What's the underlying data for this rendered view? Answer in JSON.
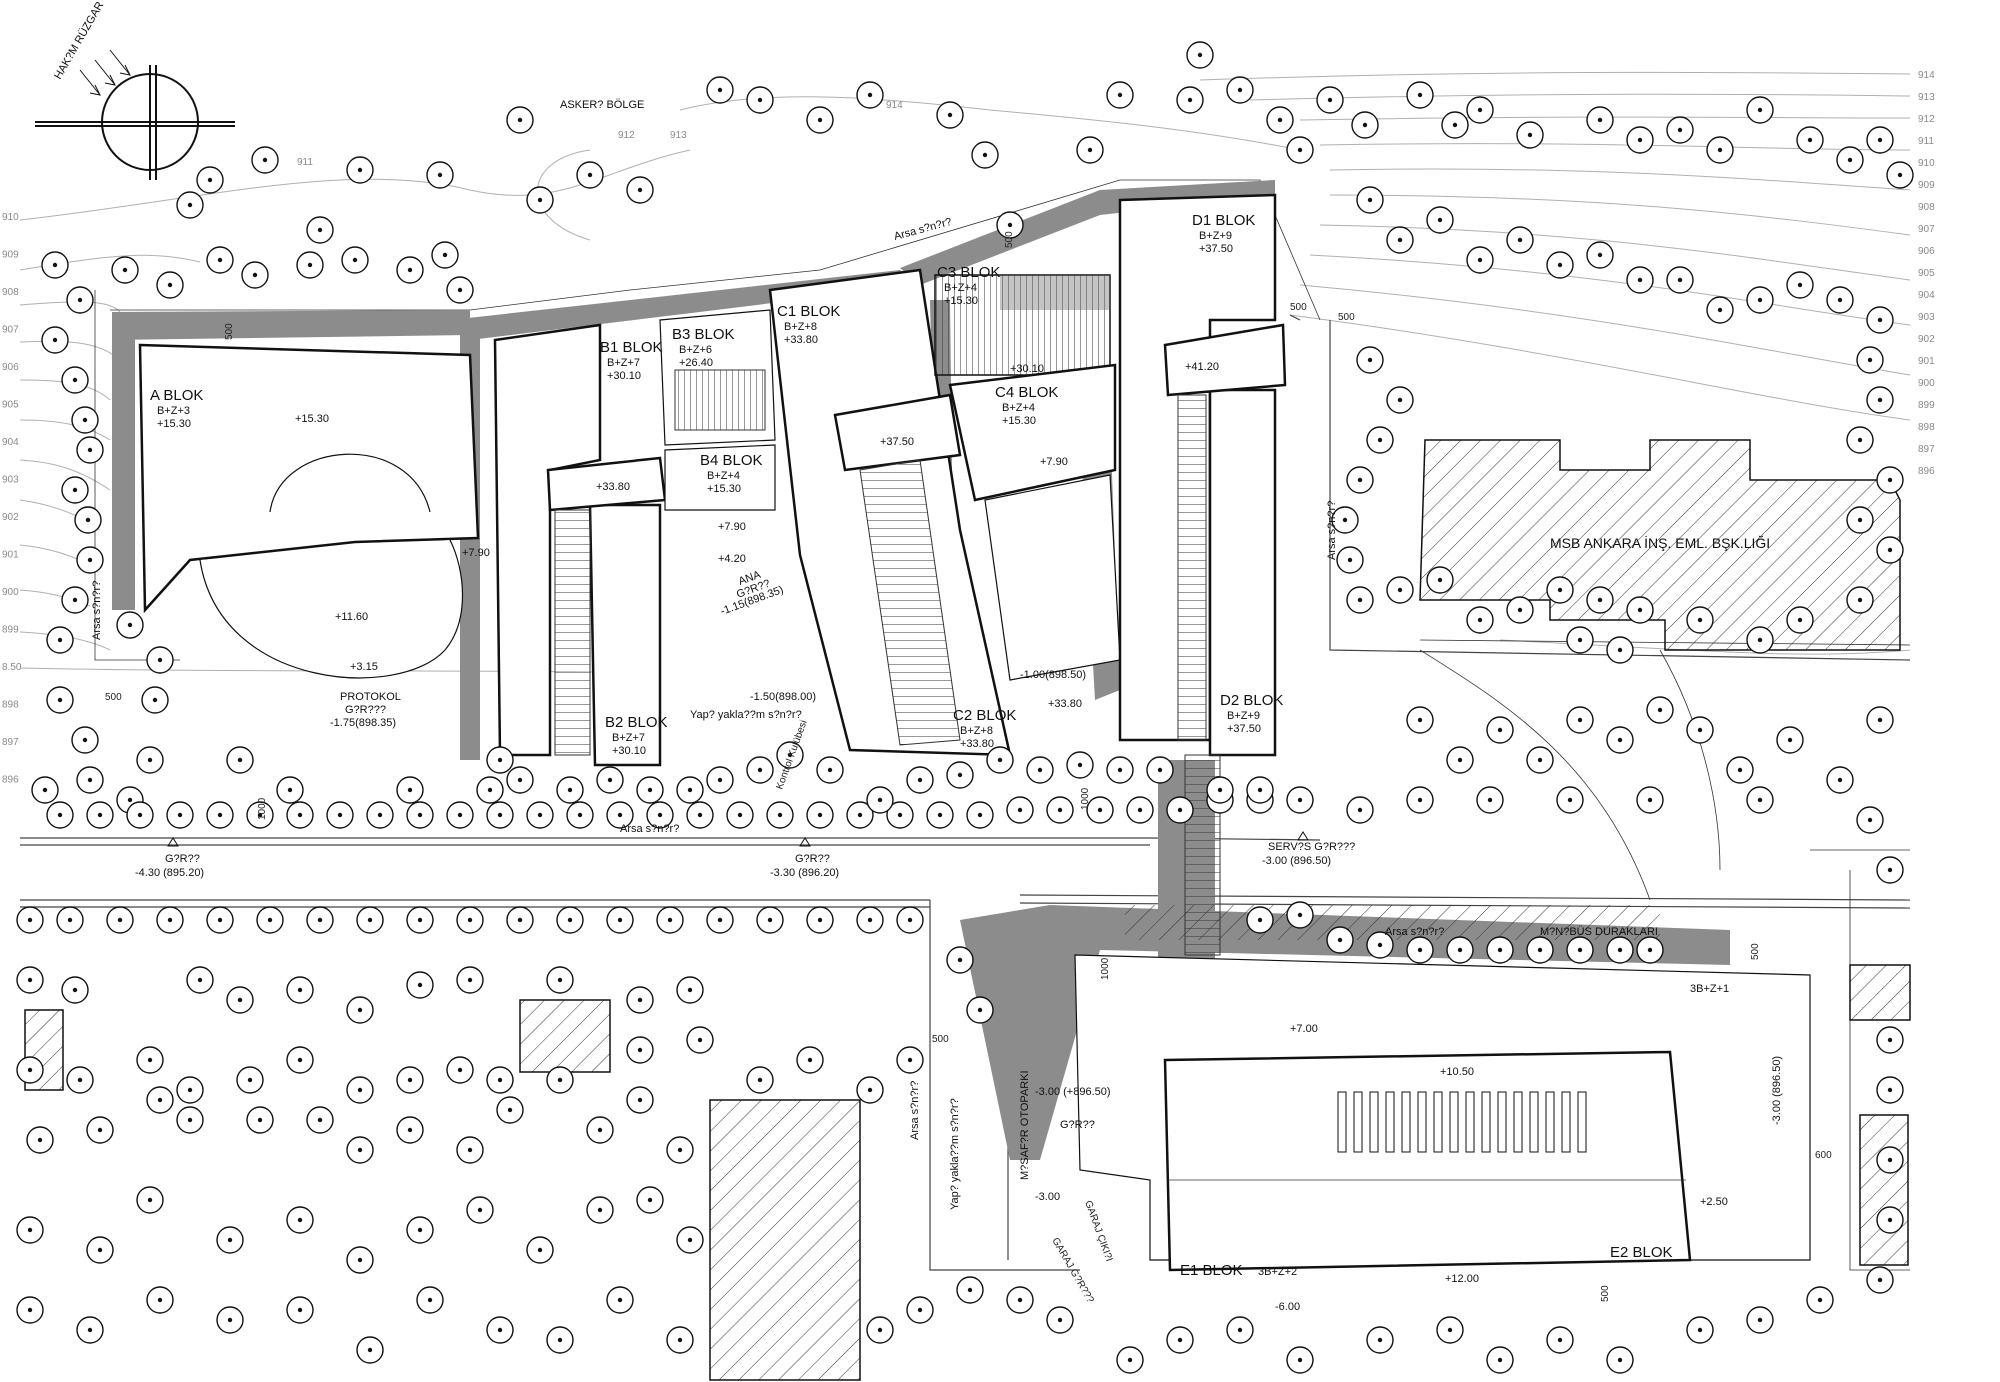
{
  "wind": {
    "label": "HAK?M RÜZGAR"
  },
  "zones": {
    "military": "ASKER? BÖLGE",
    "msb": "MSB ANKARA  İNŞ. EML. BŞK.LIĞI",
    "bus": "M?N?BÜS DURAKLARI",
    "parking": "M?SAF?R OTOPARKI",
    "approach_v": "Yap? yakla??m s?n?r?",
    "approach_h": "Yap? yakla??m s?n?r?",
    "control": "Kontrol Kulübesi",
    "garage_exit": "GARAJ ÇIKI?I",
    "garage_entry": "GARAJ G?R???"
  },
  "blocks": [
    {
      "name": "A BLOK",
      "floors": "B+Z+3",
      "level": "+15.30"
    },
    {
      "name": "B1 BLOK",
      "floors": "B+Z+7",
      "level": "+30.10"
    },
    {
      "name": "B2 BLOK",
      "floors": "B+Z+7",
      "level": "+30.10"
    },
    {
      "name": "B3 BLOK",
      "floors": "B+Z+6",
      "level": "+26.40"
    },
    {
      "name": "B4 BLOK",
      "floors": "B+Z+4",
      "level": "+15.30"
    },
    {
      "name": "C1 BLOK",
      "floors": "B+Z+8",
      "level": "+33.80"
    },
    {
      "name": "C2 BLOK",
      "floors": "B+Z+8",
      "level": "+33.80"
    },
    {
      "name": "C3 BLOK",
      "floors": "B+Z+4",
      "level": "+15.30"
    },
    {
      "name": "C4 BLOK",
      "floors": "B+Z+4",
      "level": "+15.30"
    },
    {
      "name": "D1 BLOK",
      "floors": "B+Z+9",
      "level": "+37.50"
    },
    {
      "name": "D2 BLOK",
      "floors": "B+Z+9",
      "level": "+37.50"
    },
    {
      "name": "E1 BLOK",
      "floors": "3B+Z+2"
    },
    {
      "name": "E2 BLOK",
      "floors": "3B+Z+1"
    }
  ],
  "levels": {
    "a_center": "+15.30",
    "a_round": "+11.60",
    "a_entry": "+3.15",
    "b_bridge": "+33.80",
    "b4_low": "+7.90",
    "ana_low": "+4.20",
    "c_bridge": "+37.50",
    "c4_low": "+7.90",
    "c3_low": "+30.10",
    "d_bridge": "+41.20",
    "c2_link": "+33.80",
    "ab_low": "+7.90",
    "e_roof1": "+7.00",
    "e_roof2": "+10.50",
    "e_roof3": "+12.00",
    "e_side": "+2.50",
    "e_low": "-6.00",
    "e_park": "-3.00"
  },
  "entrances": {
    "protokol": [
      "PROTOKOL",
      "G?R???",
      "-1.75(898.35)"
    ],
    "ana": [
      "ANA",
      "G?R??",
      "-1.15(898.35)"
    ],
    "giris1": [
      "G?R??",
      "-4.30 (895.20)"
    ],
    "giris2": [
      "G?R??",
      "-3.30 (896.20)"
    ],
    "servis": [
      "SERV?S G?R???",
      "-3.00 (896.50)"
    ],
    "park": [
      "-3.00 (+896.50)",
      "G?R??"
    ],
    "right": "-3.00 (896.50)",
    "mid1": "-1.50(898.00)",
    "mid2": "-1.00(898.50)"
  },
  "boundary": {
    "left": "Arsa s?n?r?",
    "top": "Arsa s?n?r?",
    "mid": "Arsa s?n?r?",
    "right": "Arsa s?n?r?",
    "road": "Arsa s?n?r?",
    "lower": "Arsa s?n?r?"
  },
  "dims": [
    "500",
    "500",
    "500",
    "1000",
    "1000",
    "500",
    "500",
    "1000",
    "500",
    "600",
    "500",
    "500"
  ],
  "contours": {
    "left": [
      "910",
      "909",
      "908",
      "907",
      "906",
      "905",
      "904",
      "903",
      "902",
      "901",
      "900",
      "899",
      "8.50",
      "898",
      "897",
      "896"
    ],
    "right": [
      "914",
      "913",
      "912",
      "911",
      "910",
      "909",
      "908",
      "907",
      "906",
      "905",
      "904",
      "903",
      "902",
      "901",
      "900",
      "899",
      "898",
      "897",
      "896"
    ],
    "top": [
      "911",
      "912",
      "913",
      "914"
    ]
  }
}
